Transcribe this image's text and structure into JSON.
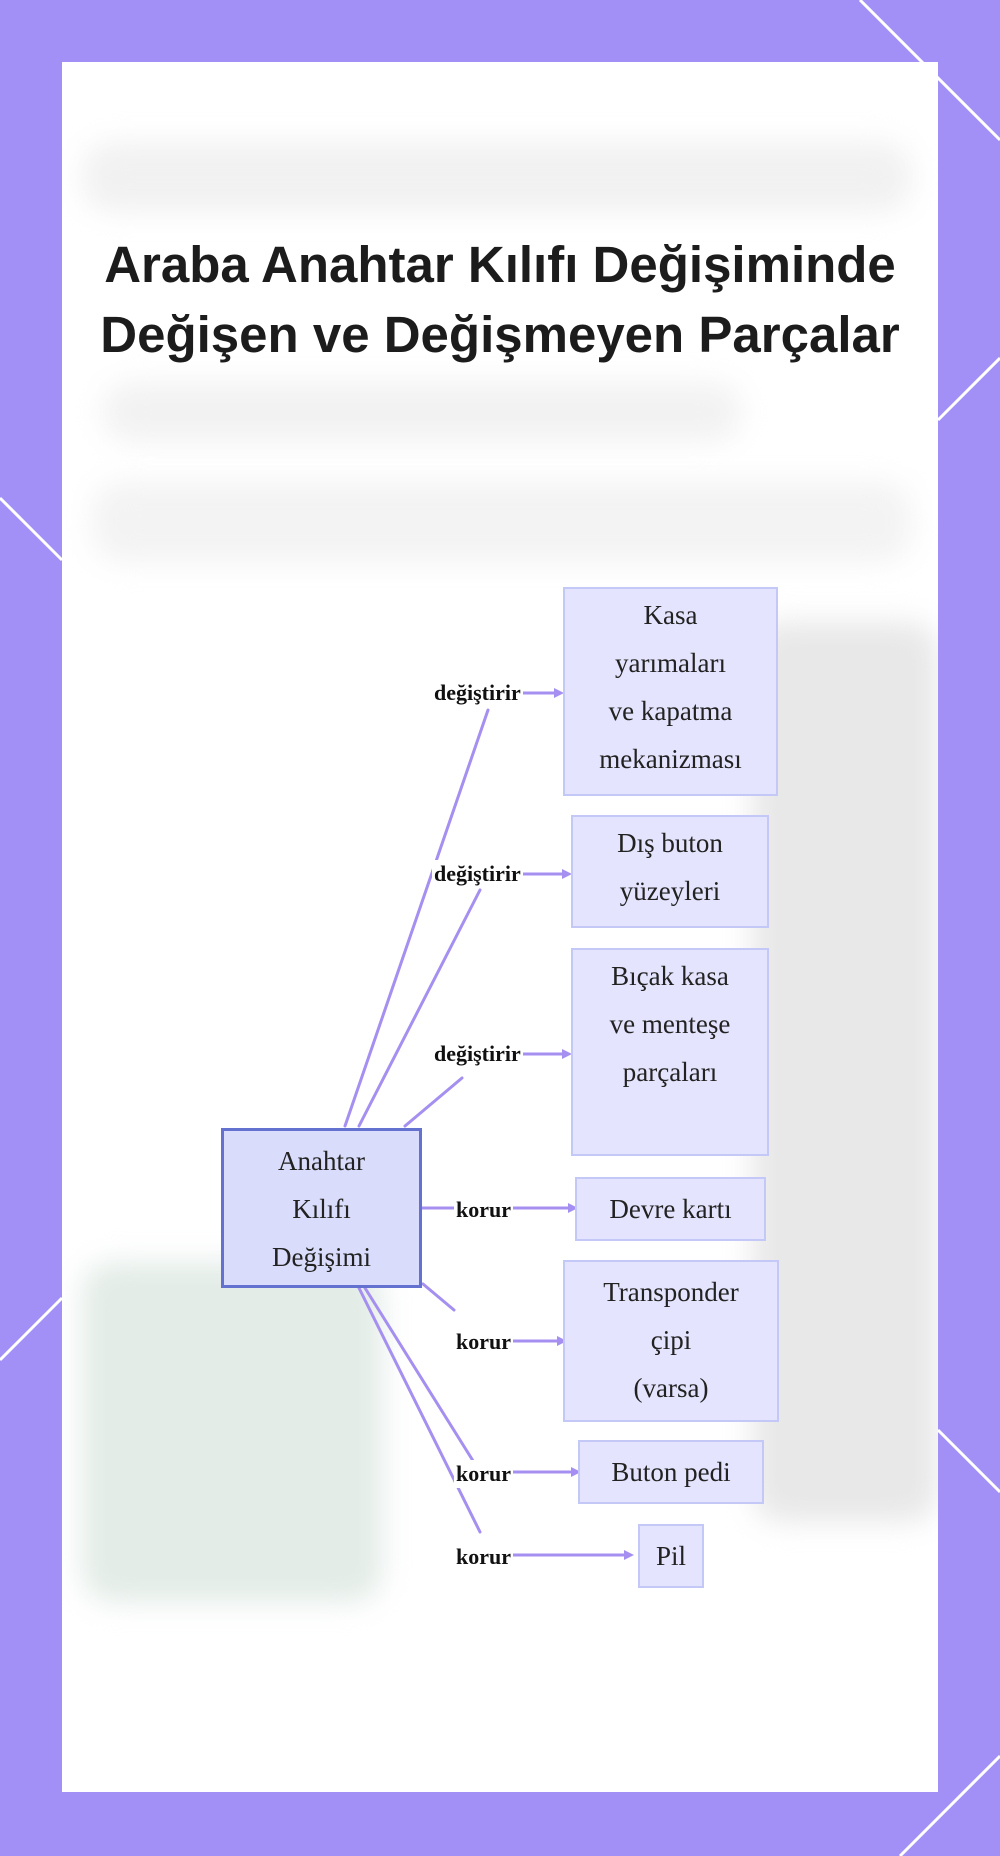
{
  "title": {
    "line1": "Araba Anahtar Kılıfı Değişiminde",
    "line2": "Değişen ve Değişmeyen Parçalar"
  },
  "diagram": {
    "center": {
      "lines": [
        "Anahtar",
        "Kılıfı",
        "Değişimi"
      ]
    },
    "branches": [
      {
        "relation": "değiştirir",
        "lines": [
          "Kasa",
          "yarımaları",
          "ve kapatma",
          "mekanizması"
        ]
      },
      {
        "relation": "değiştirir",
        "lines": [
          "Dış buton",
          "yüzeyleri"
        ]
      },
      {
        "relation": "değiştirir",
        "lines": [
          "Bıçak kasa",
          "ve menteşe",
          "parçaları"
        ]
      },
      {
        "relation": "korur",
        "lines": [
          "Devre kartı"
        ]
      },
      {
        "relation": "korur",
        "lines": [
          "Transponder",
          "çipi",
          "(varsa)"
        ]
      },
      {
        "relation": "korur",
        "lines": [
          "Buton pedi"
        ]
      },
      {
        "relation": "korur",
        "lines": [
          "Pil"
        ]
      }
    ]
  },
  "colors": {
    "background": "#a390f7",
    "edge": "#a58ff0",
    "node_fill": "#e4e4fe",
    "node_border": "#c3c8f6",
    "center_border": "#6571cf"
  }
}
